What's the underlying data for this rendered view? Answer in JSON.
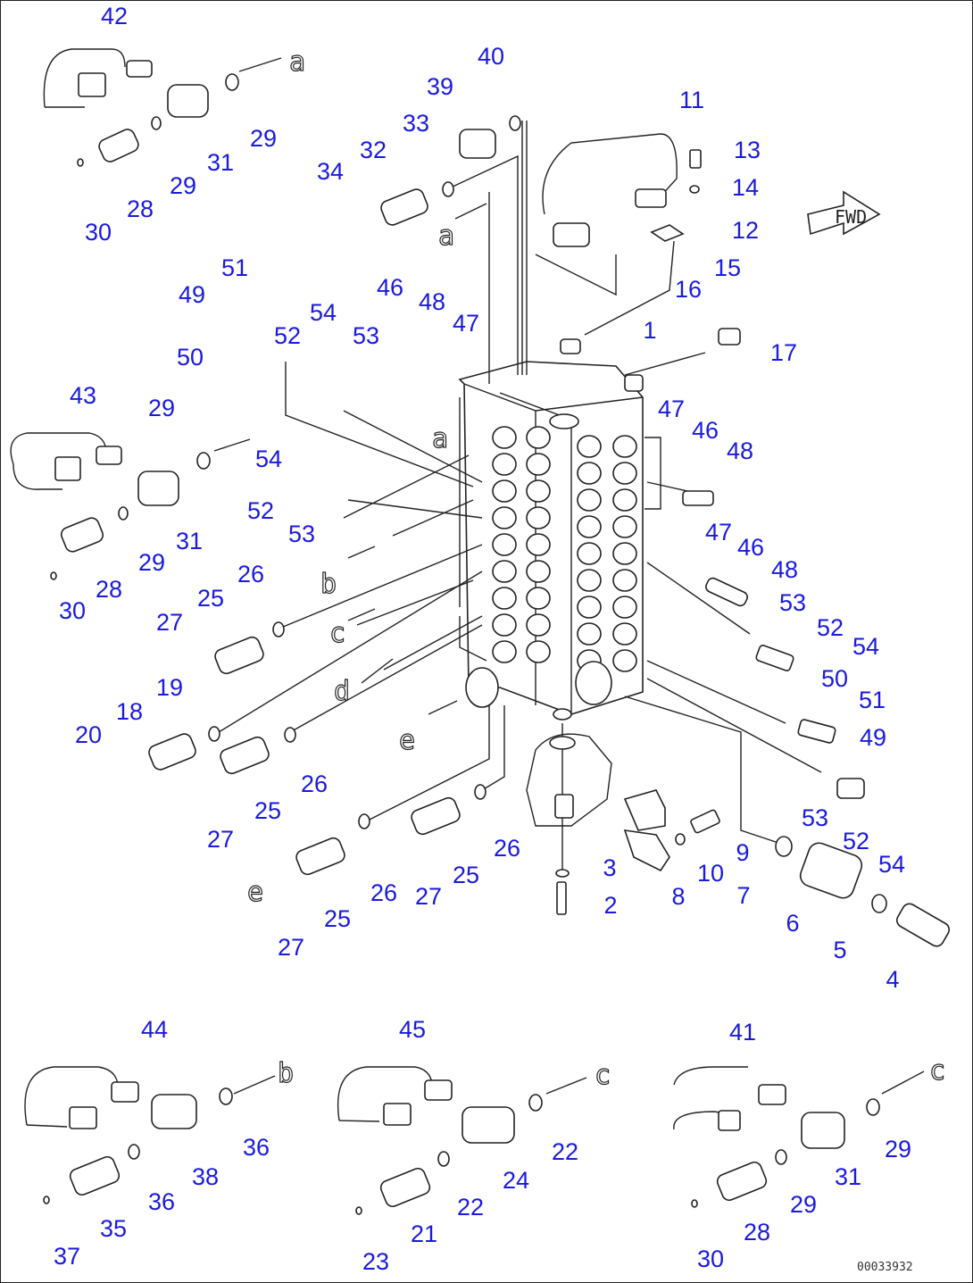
{
  "doc_number": "00033932",
  "fwd_label": "FWD",
  "connector_letters": [
    "a",
    "a",
    "a",
    "b",
    "b",
    "c",
    "c",
    "c",
    "d",
    "e",
    "e"
  ],
  "callouts": [
    "42",
    "29",
    "31",
    "29",
    "28",
    "30",
    "40",
    "39",
    "33",
    "32",
    "34",
    "11",
    "13",
    "14",
    "12",
    "16",
    "15",
    "17",
    "1",
    "51",
    "49",
    "50",
    "54",
    "52",
    "53",
    "46",
    "48",
    "47",
    "43",
    "29",
    "54",
    "52",
    "53",
    "31",
    "29",
    "28",
    "30",
    "26",
    "25",
    "27",
    "19",
    "18",
    "20",
    "25",
    "26",
    "27",
    "26",
    "25",
    "27",
    "26",
    "25",
    "27",
    "3",
    "2",
    "8",
    "10",
    "9",
    "7",
    "6",
    "5",
    "4",
    "47",
    "46",
    "48",
    "47",
    "46",
    "48",
    "53",
    "52",
    "54",
    "50",
    "51",
    "49",
    "53",
    "52",
    "54",
    "44",
    "36",
    "38",
    "36",
    "35",
    "37",
    "45",
    "22",
    "24",
    "22",
    "21",
    "23",
    "41",
    "29",
    "31",
    "29",
    "28",
    "30"
  ],
  "colors": {
    "callout": "#1a1ae0",
    "line": "#222222"
  }
}
